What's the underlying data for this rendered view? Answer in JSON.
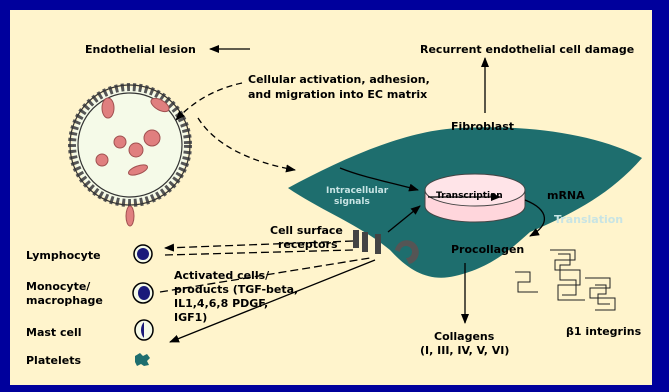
{
  "labels": {
    "endothelial_lesion": "Endothelial lesion",
    "recurrent_damage": "Recurrent endothelial cell damage",
    "cellular_activation_1": "Cellular activation, adhesion,",
    "cellular_activation_2": "and migration into EC matrix",
    "fibroblast": "Fibroblast",
    "intracellular_1": "Intracellular",
    "intracellular_2": "signals",
    "transcription": "Transcription",
    "mrna": "mRNA",
    "translation": "Translation",
    "procollagen": "Procollagen",
    "cell_surface_1": "Cell surface",
    "cell_surface_2": "receptors",
    "lymphocyte": "Lymphocyte",
    "monocyte_1": "Monocyte/",
    "monocyte_2": "macrophage",
    "mast_cell": "Mast cell",
    "platelets": "Platelets",
    "activated_1": "Activated cells/",
    "activated_2": "products (TGF-beta,",
    "activated_3": "IL1,4,6,8 PDGF,",
    "activated_4": "IGF1)",
    "collagens_1": "Collagens",
    "collagens_2": "(I, III, IV, V, VI)",
    "integrins": "β1 integrins"
  },
  "colors": {
    "background": "#00009c",
    "panel": "#fff4cc",
    "fibroblast": "#1e6e6e",
    "cells": "#e07f7f",
    "nucleus": "#ffd6dc",
    "dark_blue": "#1a1a7a"
  }
}
